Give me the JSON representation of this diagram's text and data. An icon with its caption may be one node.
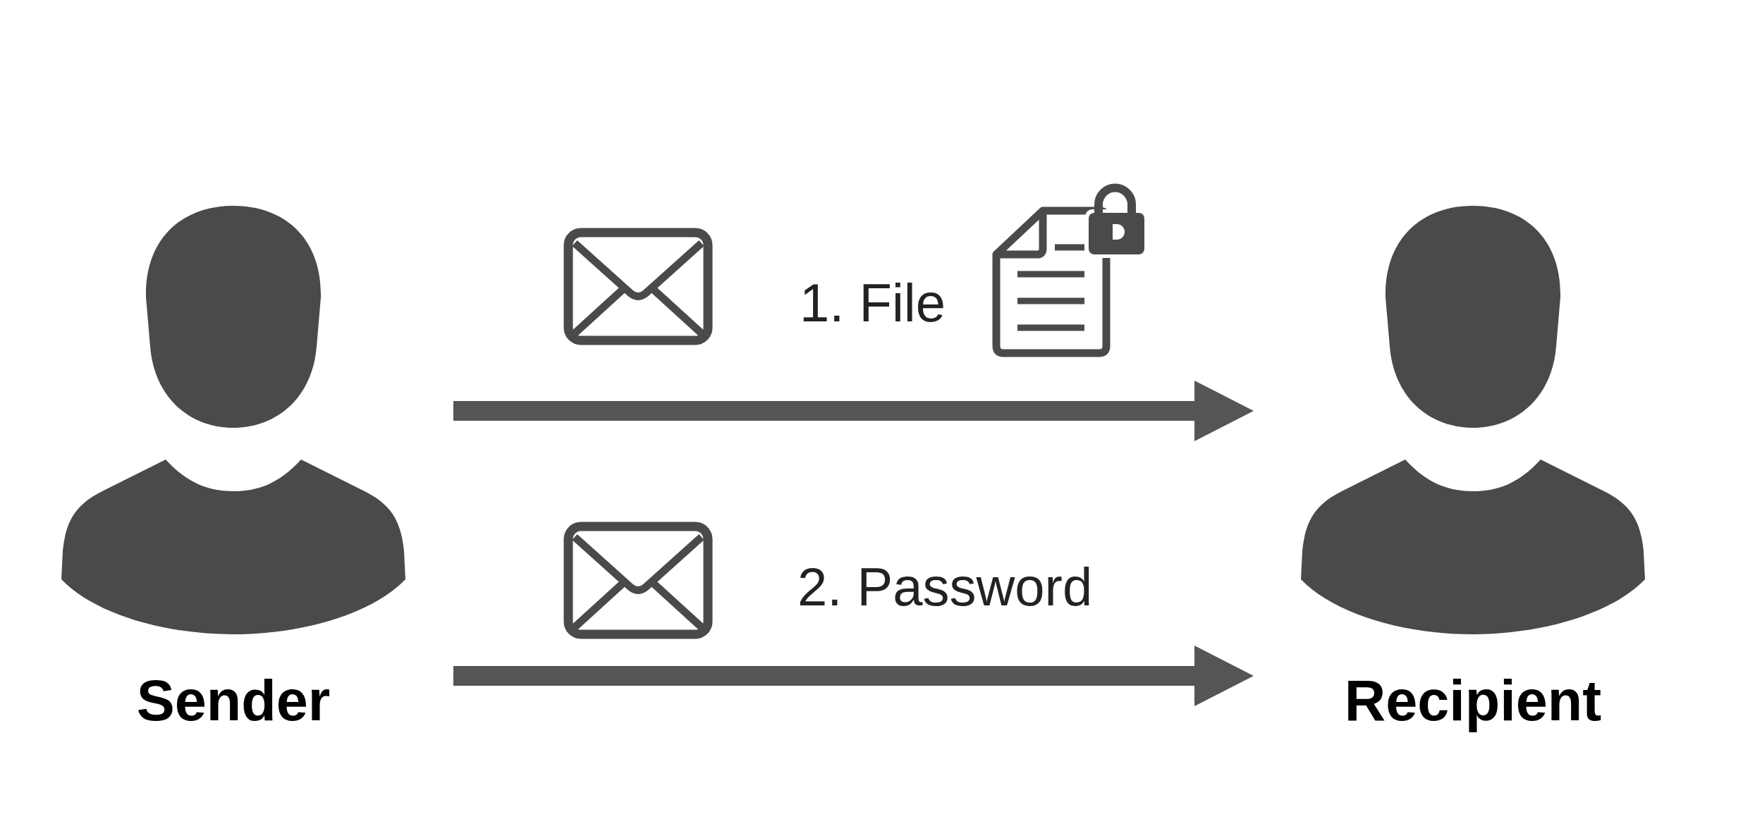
{
  "diagram": {
    "nodes": [
      {
        "text": [
          "Sender"
        ]
      },
      {
        "text": [
          "Recipient"
        ]
      }
    ],
    "edges": [
      {
        "from": 0,
        "to": 1,
        "arrow": "to",
        "label": "1. File"
      },
      {
        "from": 0,
        "to": 1,
        "arrow": "to",
        "label": "2. Password"
      }
    ]
  }
}
